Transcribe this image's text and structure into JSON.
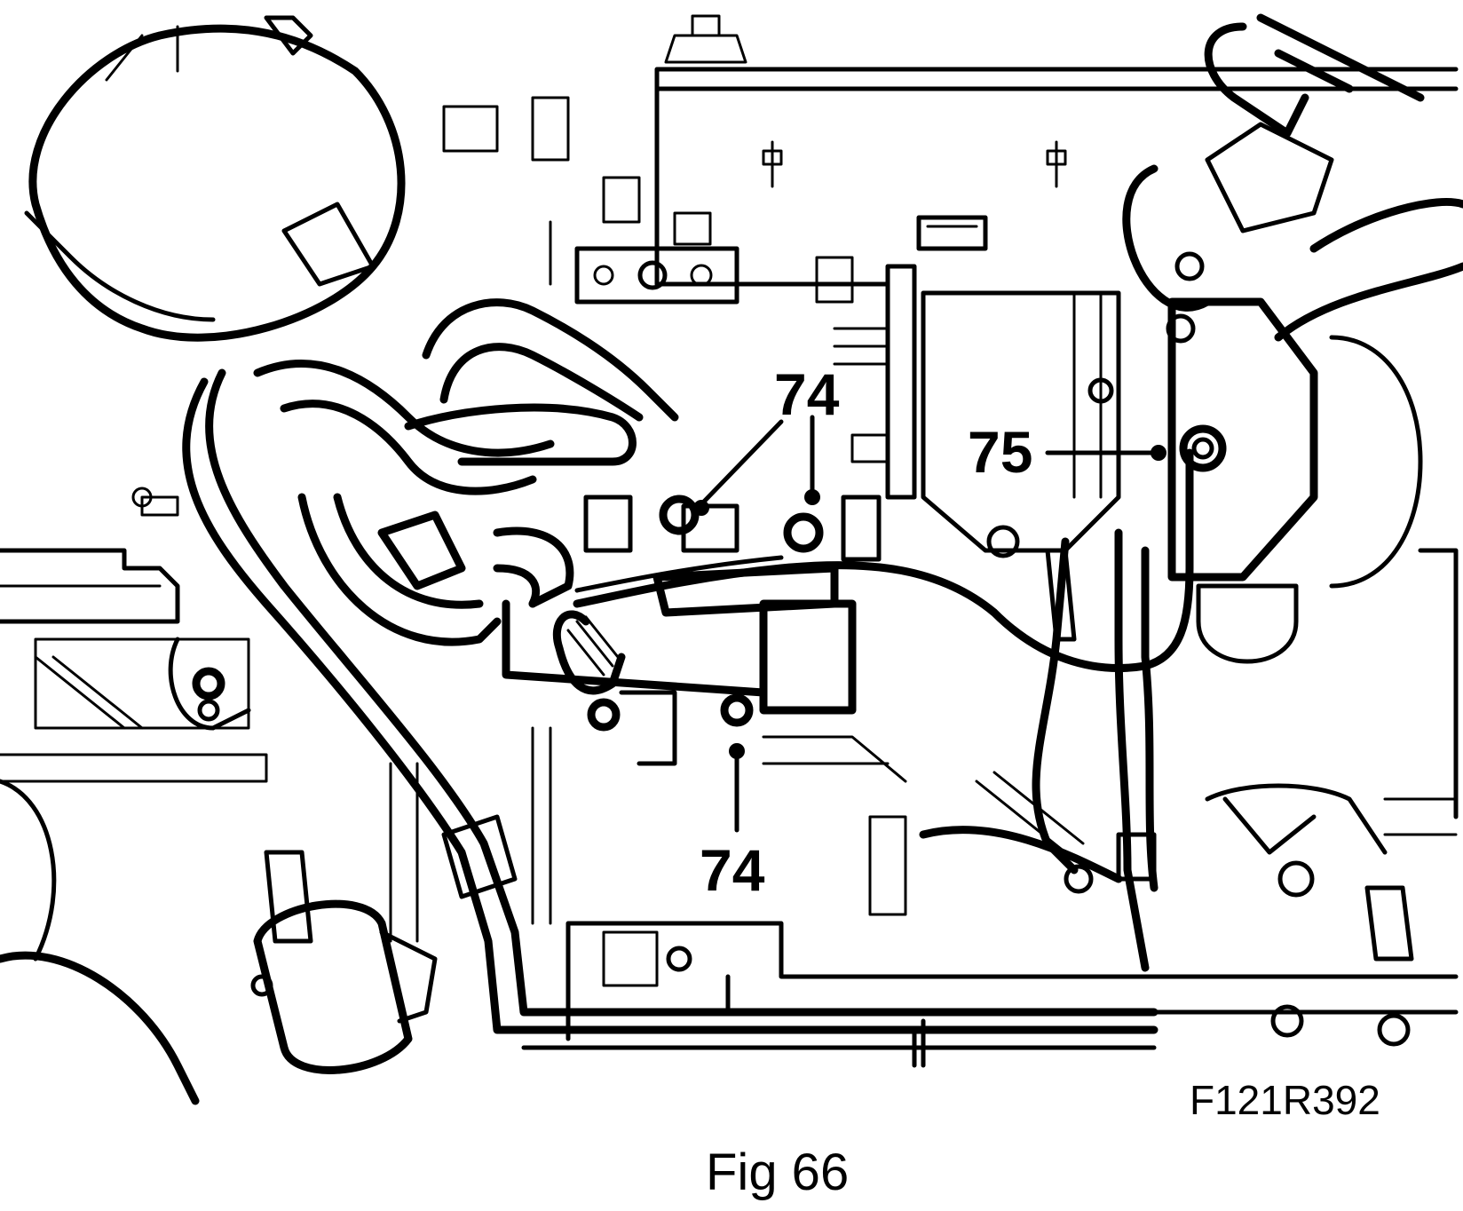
{
  "figure": {
    "callouts": [
      {
        "id": "callout-74-top",
        "label": "74"
      },
      {
        "id": "callout-75",
        "label": "75"
      },
      {
        "id": "callout-74-bottom",
        "label": "74"
      }
    ],
    "figure_code": "F121R392",
    "caption": "Fig 66"
  }
}
